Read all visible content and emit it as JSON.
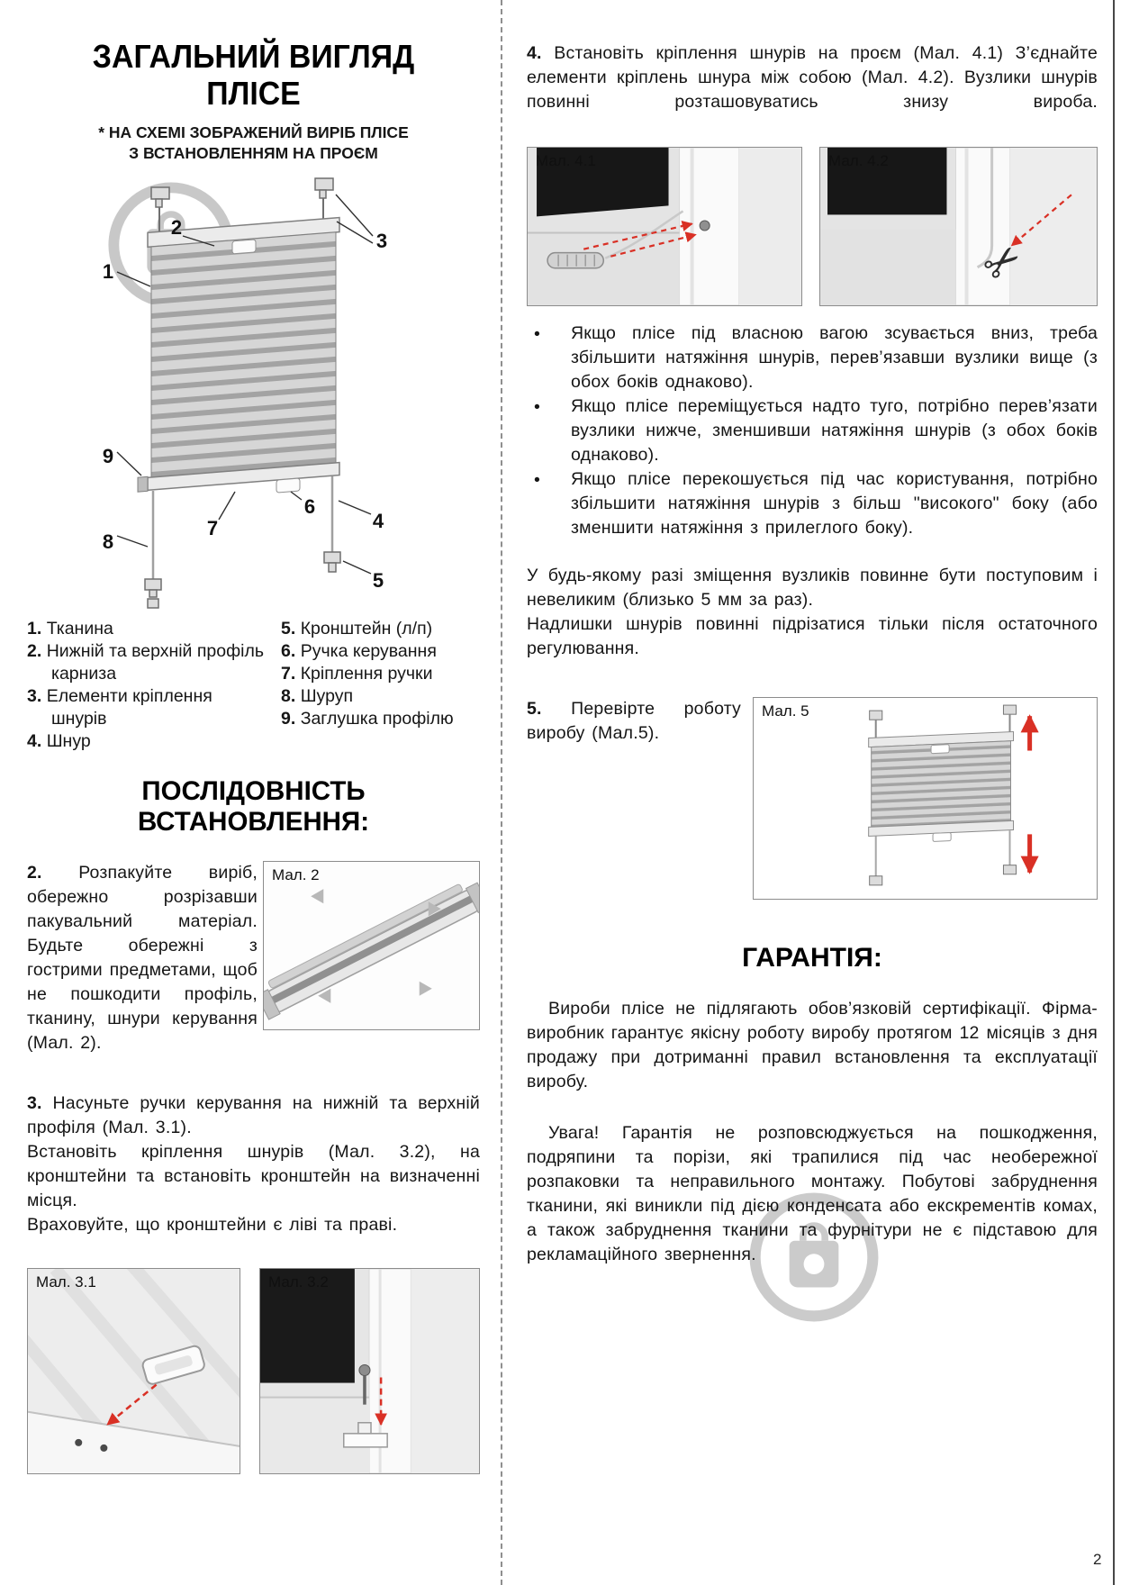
{
  "page": {
    "number": "2"
  },
  "icons": {
    "scissors": "✂",
    "bullet": "•"
  },
  "colors": {
    "arrow_red": "#d93025",
    "watermark_grey": "#bfbfbf"
  },
  "figures": {
    "fig2": "Мал. 2",
    "fig31": "Мал. 3.1",
    "fig32": "Мал. 3.2",
    "fig41": "Мал. 4.1",
    "fig42": "Мал. 4.2",
    "fig5": "Мал. 5"
  },
  "left": {
    "title_line1": "ЗАГАЛЬНИЙ ВИГЛЯД",
    "title_line2": "ПЛІСЕ",
    "subtitle_line1": "* НА СХЕМІ ЗОБРАЖЕНИЙ ВИРІБ ПЛІСЕ",
    "subtitle_line2": "З ВСТАНОВЛЕННЯМ НА ПРОЄМ",
    "diagram": {
      "callouts": [
        "1",
        "2",
        "3",
        "4",
        "5",
        "6",
        "7",
        "8",
        "9"
      ]
    },
    "legend": {
      "col1": [
        {
          "num": "1.",
          "text": "Тканина"
        },
        {
          "num": "2.",
          "text": "Нижній та верхній профіль карниза"
        },
        {
          "num": "3.",
          "text": "Елементи кріплення шнурів"
        },
        {
          "num": "4.",
          "text": "Шнур"
        }
      ],
      "col2": [
        {
          "num": "5.",
          "text": "Кронштейн (л/п)"
        },
        {
          "num": "6.",
          "text": "Ручка керування"
        },
        {
          "num": "7.",
          "text": "Кріплення ручки"
        },
        {
          "num": "8.",
          "text": "Шуруп"
        },
        {
          "num": "9.",
          "text": "Заглушка профілю"
        }
      ]
    },
    "sequence_heading": "ПОСЛІДОВНІСТЬ ВСТАНОВЛЕННЯ:",
    "step2": {
      "num": "2.",
      "text": "Розпакуйте виріб, обережно розрізавши пакувальний матеріал. Будьте обережні з гострими предметами, щоб не пошкодити профіль, тканину, шнури керування (Мал. 2)."
    },
    "step3": {
      "num": "3.",
      "s1": "Насуньте ручки керування на нижній та верхній профіля (Мал. 3.1).",
      "s2": "Встановіть кріплення шнурів (Мал. 3.2), на кронштейни та встановіть кронштейн на визначенні місця.",
      "s3": "Враховуйте, що кронштейни є ліві та праві."
    }
  },
  "right": {
    "step4": {
      "num": "4.",
      "text": "Встановіть кріплення шнурів на проєм (Мал. 4.1) З’єднайте елементи кріплень шнура між собою (Мал. 4.2). Вузлики шнурів повинні розташовуватись знизу вироба."
    },
    "bullet_marker": "•",
    "bullets": [
      "Якщо плісе під власною вагою зсувається вниз, треба збільшити натяжіння шнурів, перев’язавши вузлики вище (з обох боків однаково).",
      "Якщо плісе переміщується надто туго, потрібно перев’язати вузлики нижче, зменшивши натяжіння шнурів (з обох боків однаково).",
      "Якщо плісе перекошується під час користування, потрібно збільшити натяжіння шнурів з більш \"високого\" боку (або зменшити натяжіння з прилеглого боку)."
    ],
    "note_p1": "У будь-якому разі зміщення вузликів повинне бути поступовим і невеликим (близько 5 мм за раз).",
    "note_p2": "Надлишки шнурів повинні підрізатися тільки після остаточного регулювання.",
    "step5": {
      "num": "5.",
      "text": "Перевірте роботу виробу (Мал.5)."
    },
    "warranty": {
      "heading": "ГАРАНТІЯ:",
      "p1": "Вироби плісе не підлягають обов’язковій сертифікації. Фірма-виробник гарантує якісну роботу виробу протягом 12 місяців з дня продажу при дотриманні правил встановлення та експлуатації виробу.",
      "p2": "Увага! Гарантія не розповсюджується на пошкодження, подряпини та порізи, які трапилися під час необережної розпаковки та неправильного монтажу. Побутові забруднення тканини, які виникли під дією конденсата або екскрементів комах, а також забруднення тканини та фурнітури не є підставою для рекламаційного звернення."
    }
  }
}
